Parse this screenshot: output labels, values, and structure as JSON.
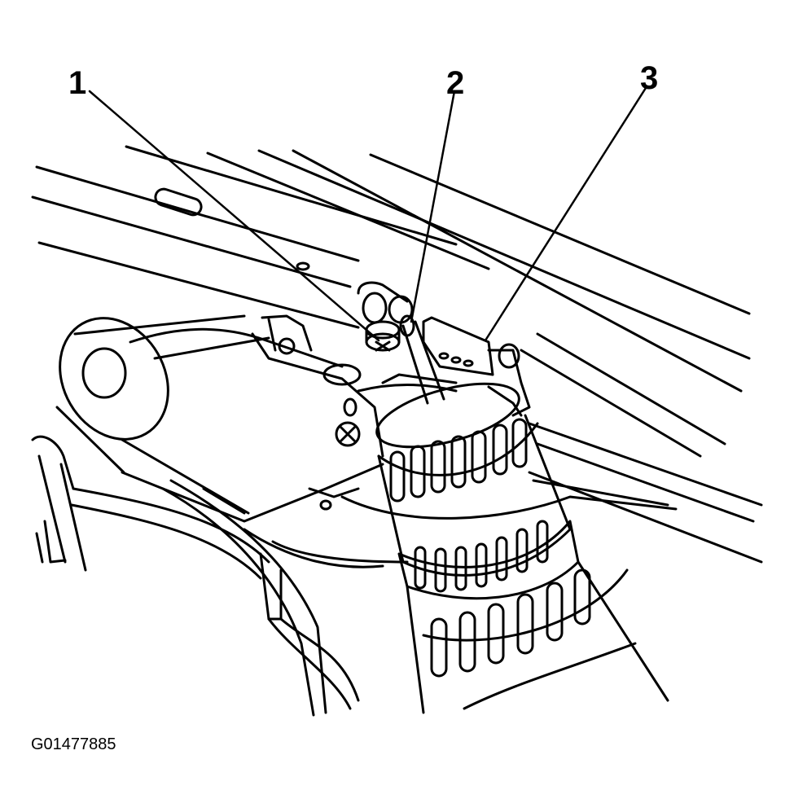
{
  "callouts": {
    "one": "1",
    "two": "2",
    "three": "3"
  },
  "figure_id": "G01477885",
  "colors": {
    "ink": "#000000",
    "paper": "#ffffff"
  }
}
